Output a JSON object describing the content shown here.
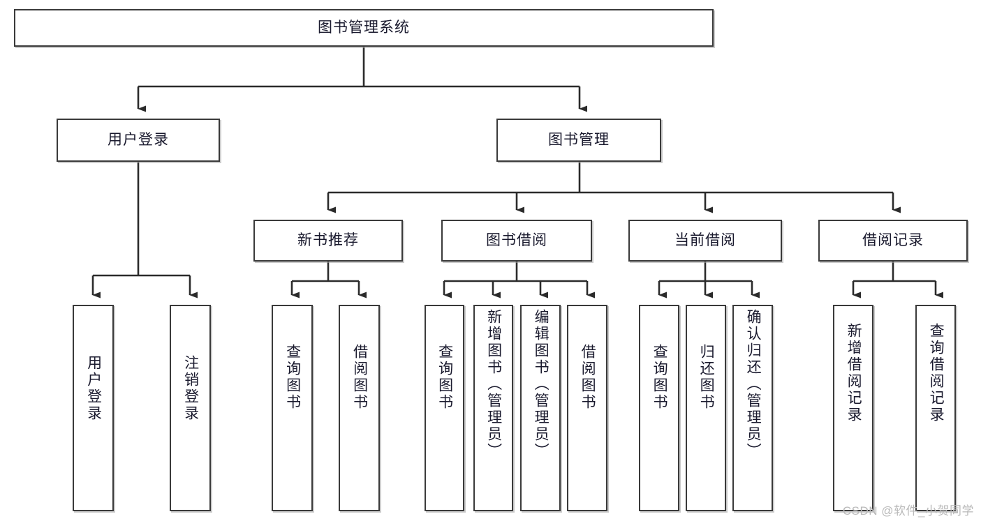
{
  "diagram": {
    "title": "图书管理系统",
    "type": "tree",
    "watermark": "CSDN @软件_小贺同学",
    "colors": {
      "box_border": "#3a3a3a",
      "box_fill": "#ffffff",
      "text": "#1a1a2e",
      "connector": "#2b2b2b",
      "watermark": "#b9b9b9"
    },
    "root": {
      "label": "图书管理系统"
    },
    "level2": [
      {
        "label": "用户登录"
      },
      {
        "label": "图书管理"
      }
    ],
    "level3": [
      {
        "label": "新书推荐"
      },
      {
        "label": "图书借阅"
      },
      {
        "label": "当前借阅"
      },
      {
        "label": "借阅记录"
      }
    ],
    "leaves": {
      "user_login": [
        {
          "label": "用户登录"
        },
        {
          "label": "注销登录"
        }
      ],
      "new_book": [
        {
          "label": "查询图书"
        },
        {
          "label": "借阅图书"
        }
      ],
      "book_borrow": [
        {
          "label": "查询图书"
        },
        {
          "label": "新增图书（管理员）"
        },
        {
          "label": "编辑图书（管理员）"
        },
        {
          "label": "借阅图书"
        }
      ],
      "current_borrow": [
        {
          "label": "查询图书"
        },
        {
          "label": "归还图书"
        },
        {
          "label": "确认归还（管理员）"
        }
      ],
      "borrow_record": [
        {
          "label": "新增借阅记录"
        },
        {
          "label": "查询借阅记录"
        }
      ]
    }
  }
}
